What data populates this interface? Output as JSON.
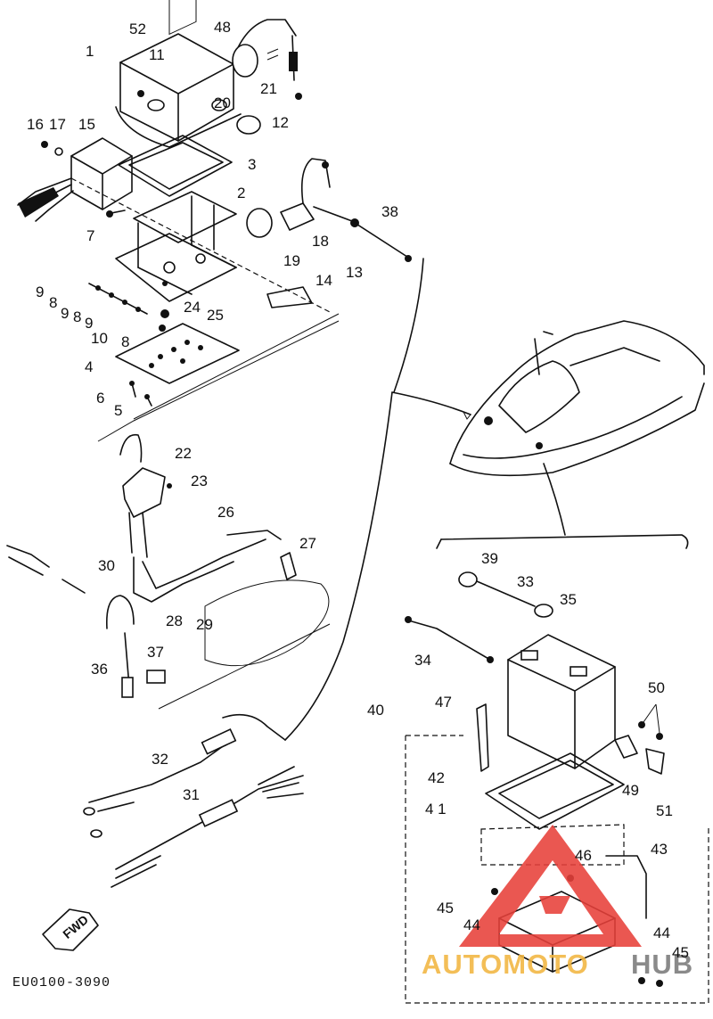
{
  "diagram": {
    "code": "EU0100-3090",
    "fwd_label": "FWD",
    "callouts": [
      {
        "id": "1",
        "text": "1"
      },
      {
        "id": "52",
        "text": "52"
      },
      {
        "id": "11",
        "text": "11"
      },
      {
        "id": "48",
        "text": "48"
      },
      {
        "id": "21",
        "text": "21"
      },
      {
        "id": "20",
        "text": "20"
      },
      {
        "id": "12",
        "text": "12"
      },
      {
        "id": "16",
        "text": "16"
      },
      {
        "id": "17",
        "text": "17"
      },
      {
        "id": "15",
        "text": "15"
      },
      {
        "id": "3",
        "text": "3"
      },
      {
        "id": "2",
        "text": "2"
      },
      {
        "id": "7",
        "text": "7"
      },
      {
        "id": "18",
        "text": "18"
      },
      {
        "id": "38",
        "text": "38"
      },
      {
        "id": "19",
        "text": "19"
      },
      {
        "id": "14",
        "text": "14"
      },
      {
        "id": "13",
        "text": "13"
      },
      {
        "id": "9a",
        "text": "9"
      },
      {
        "id": "8a",
        "text": "8"
      },
      {
        "id": "9b",
        "text": "9"
      },
      {
        "id": "8b",
        "text": "8"
      },
      {
        "id": "9c",
        "text": "9"
      },
      {
        "id": "24",
        "text": "24"
      },
      {
        "id": "25",
        "text": "25"
      },
      {
        "id": "10",
        "text": "10"
      },
      {
        "id": "8c",
        "text": "8"
      },
      {
        "id": "4",
        "text": "4"
      },
      {
        "id": "6",
        "text": "6"
      },
      {
        "id": "5",
        "text": "5"
      },
      {
        "id": "22",
        "text": "22"
      },
      {
        "id": "23",
        "text": "23"
      },
      {
        "id": "26",
        "text": "26"
      },
      {
        "id": "27",
        "text": "27"
      },
      {
        "id": "30",
        "text": "30"
      },
      {
        "id": "28",
        "text": "28"
      },
      {
        "id": "29",
        "text": "29"
      },
      {
        "id": "36",
        "text": "36"
      },
      {
        "id": "37",
        "text": "37"
      },
      {
        "id": "39",
        "text": "39"
      },
      {
        "id": "33",
        "text": "33"
      },
      {
        "id": "35",
        "text": "35"
      },
      {
        "id": "34",
        "text": "34"
      },
      {
        "id": "47",
        "text": "47"
      },
      {
        "id": "40",
        "text": "40"
      },
      {
        "id": "50",
        "text": "50"
      },
      {
        "id": "42",
        "text": "42"
      },
      {
        "id": "49",
        "text": "49"
      },
      {
        "id": "41",
        "text": "4 1"
      },
      {
        "id": "51",
        "text": "51"
      },
      {
        "id": "43",
        "text": "43"
      },
      {
        "id": "46",
        "text": "46"
      },
      {
        "id": "45a",
        "text": "45"
      },
      {
        "id": "44a",
        "text": "44"
      },
      {
        "id": "44b",
        "text": "44"
      },
      {
        "id": "45b",
        "text": "45"
      },
      {
        "id": "32",
        "text": "32"
      },
      {
        "id": "31",
        "text": "31"
      }
    ]
  },
  "watermark": {
    "text_part1": "AUTOMOTO",
    "text_part2": "HUB",
    "color_triangle": "#e8403a",
    "color_part1": "#f2b640",
    "color_part2": "#7a7a7a"
  }
}
